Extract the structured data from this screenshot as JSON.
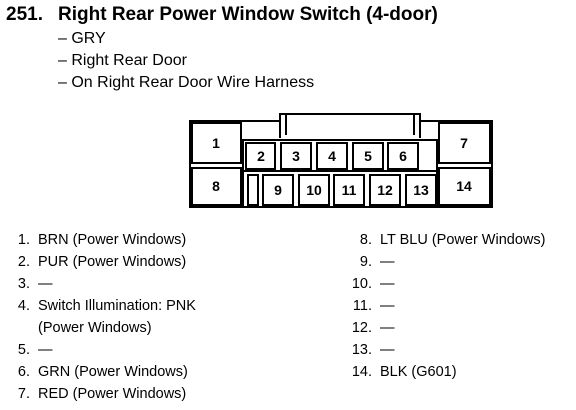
{
  "header": {
    "number": "251.",
    "title": "Right Rear Power Window Switch (4-door)",
    "details": [
      "– GRY",
      "– Right Rear Door",
      "– On Right Rear Door Wire Harness"
    ]
  },
  "connector": {
    "pins": [
      "1",
      "2",
      "3",
      "4",
      "5",
      "6",
      "7",
      "8",
      "9",
      "10",
      "11",
      "12",
      "13",
      "14"
    ]
  },
  "pin_list_left": [
    {
      "num": "1.",
      "desc": "BRN (Power Windows)"
    },
    {
      "num": "2.",
      "desc": "PUR (Power Windows)"
    },
    {
      "num": "3.",
      "desc": "—"
    },
    {
      "num": "4.",
      "desc": "Switch Illumination: PNK",
      "cont": "(Power Windows)"
    },
    {
      "num": "5.",
      "desc": "—"
    },
    {
      "num": "6.",
      "desc": "GRN (Power Windows)"
    },
    {
      "num": "7.",
      "desc": "RED (Power Windows)"
    }
  ],
  "pin_list_right": [
    {
      "num": "8.",
      "desc": "LT BLU (Power Windows)"
    },
    {
      "num": "9.",
      "desc": "—"
    },
    {
      "num": "10.",
      "desc": "—"
    },
    {
      "num": "11.",
      "desc": "—"
    },
    {
      "num": "12.",
      "desc": "—"
    },
    {
      "num": "13.",
      "desc": "—"
    },
    {
      "num": "14.",
      "desc": "BLK (G601)"
    }
  ]
}
